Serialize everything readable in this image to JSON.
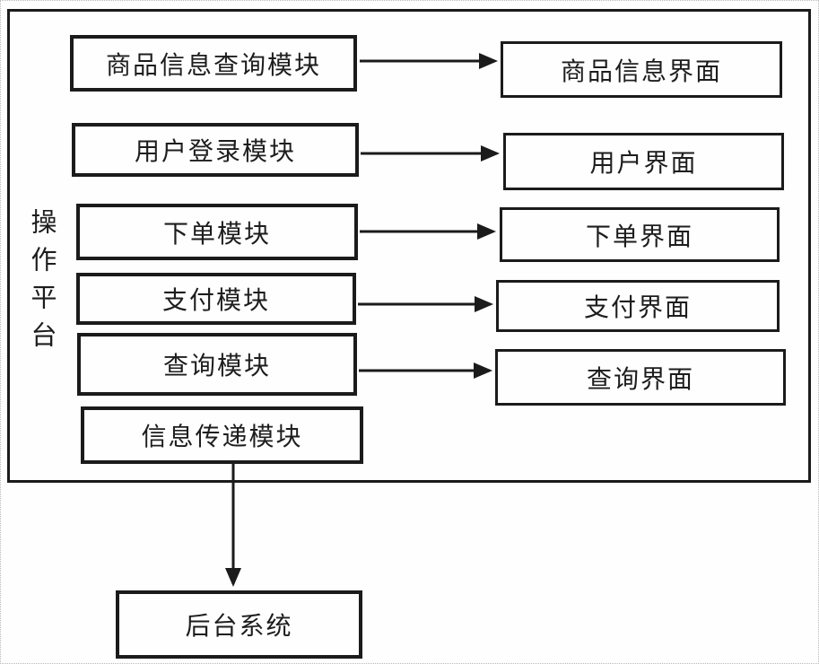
{
  "platform": {
    "label": "操作平台"
  },
  "modules": [
    {
      "label": "商品信息查询模块"
    },
    {
      "label": "用户登录模块"
    },
    {
      "label": "下单模块"
    },
    {
      "label": "支付模块"
    },
    {
      "label": "查询模块"
    },
    {
      "label": "信息传递模块"
    }
  ],
  "interfaces": [
    {
      "label": "商品信息界面"
    },
    {
      "label": "用户界面"
    },
    {
      "label": "下单界面"
    },
    {
      "label": "支付界面"
    },
    {
      "label": "查询界面"
    }
  ],
  "backend": {
    "label": "后台系统"
  },
  "connections": [
    {
      "from": "商品信息查询模块",
      "to": "商品信息界面"
    },
    {
      "from": "用户登录模块",
      "to": "用户界面"
    },
    {
      "from": "下单模块",
      "to": "下单界面"
    },
    {
      "from": "支付模块",
      "to": "支付界面"
    },
    {
      "from": "查询模块",
      "to": "查询界面"
    },
    {
      "from": "信息传递模块",
      "to": "后台系统"
    }
  ],
  "colors": {
    "line": "#1b1b1b",
    "background": "#fefefe"
  }
}
